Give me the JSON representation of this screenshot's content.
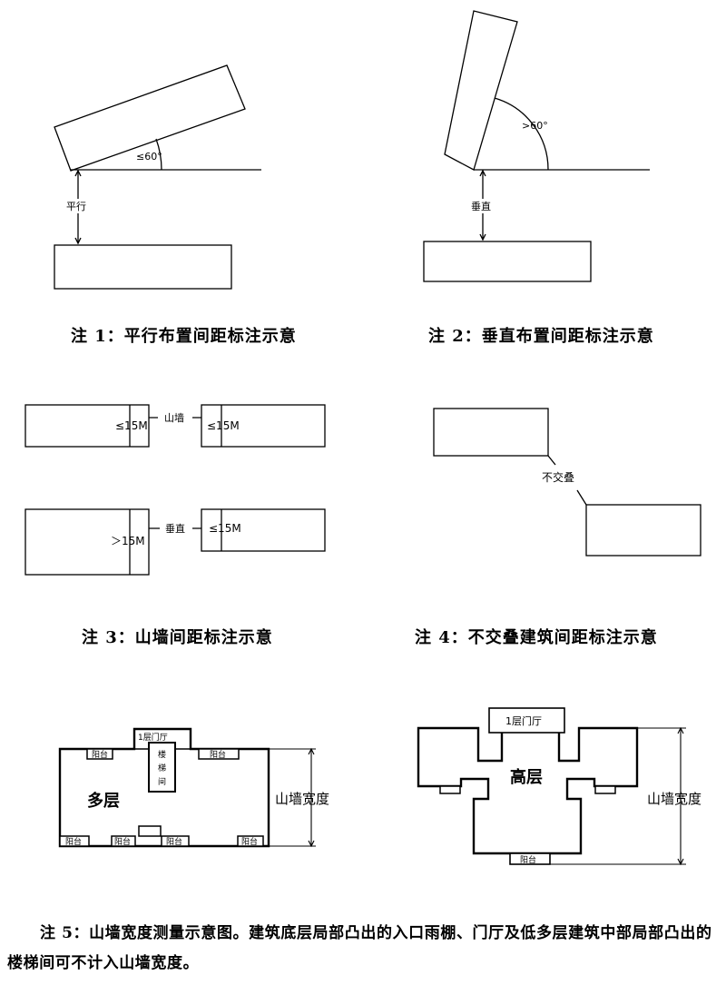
{
  "figure1": {
    "caption": "注 1：平行布置间距标注示意",
    "angle_label": "≤60°",
    "spacing_label": "平行"
  },
  "figure2": {
    "caption": "注 2：垂直布置间距标注示意",
    "angle_label": ">60°",
    "spacing_label": "垂直"
  },
  "figure3": {
    "caption": "注 3：山墙间距标注示意",
    "top_left_label": "≤15M",
    "top_middle_label": "山墙",
    "top_right_label": "≤15M",
    "bottom_left_label": "＞15M",
    "bottom_middle_label": "垂直",
    "bottom_right_label": "≤15M"
  },
  "figure4": {
    "caption": "注 4：不交叠建筑间距标注示意",
    "label": "不交叠"
  },
  "figure5": {
    "left_plan": {
      "lobby": "1层门厅",
      "balcony": "阳台",
      "stair_chars": [
        "楼",
        "梯",
        "间"
      ],
      "name": "多层",
      "width_label": "山墙宽度"
    },
    "right_plan": {
      "lobby": "1层门厅",
      "balcony": "阳台",
      "name": "高层",
      "width_label": "山墙宽度"
    },
    "note": "注 5：山墙宽度测量示意图。建筑底层局部凸出的入口雨棚、门厅及低多层建筑中部局部凸出的楼梯间可不计入山墙宽度。"
  }
}
